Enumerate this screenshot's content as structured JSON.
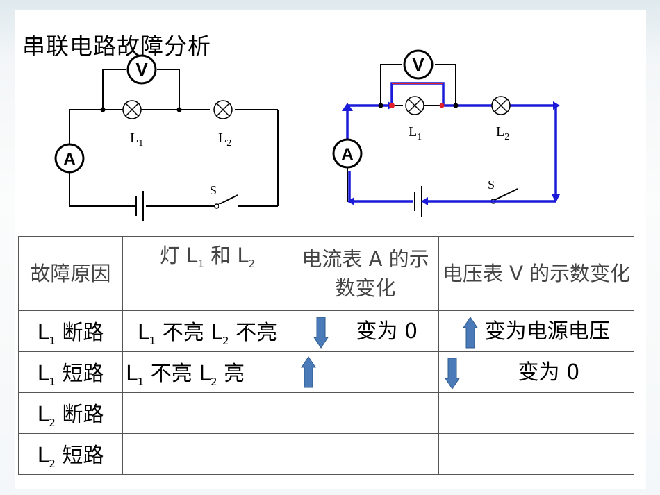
{
  "title": "串联电路故障分析",
  "circuit": {
    "voltmeter": "V",
    "ammeter": "A",
    "lamp1_letter": "L",
    "lamp1_sub": "1",
    "lamp2_letter": "L",
    "lamp2_sub": "2",
    "switch": "S"
  },
  "table": {
    "headers": {
      "cause": "故障原因",
      "lamps_pre": "灯 L",
      "lamps_sub1": "1",
      "lamps_mid": " 和 L",
      "lamps_sub2": "2",
      "ammeter": "电流表 A 的示数变化",
      "voltmeter": "电压表 V 的示数变化"
    },
    "rows": [
      {
        "cause_letter": "L",
        "cause_sub": "1",
        "cause_text": " 断路",
        "lamps": {
          "l1": "L",
          "s1": "1",
          "t1": " 不亮 L",
          "s2": "2",
          "t2": " 不亮"
        },
        "ammeter_arrow": "down",
        "ammeter_text": "变为 0",
        "voltmeter_arrow": "up",
        "voltmeter_text": "变为电源电压"
      },
      {
        "cause_letter": "L",
        "cause_sub": "1",
        "cause_text": " 短路",
        "lamps": {
          "l1": "L",
          "s1": "1",
          "t1": " 不亮 L",
          "s2": "2",
          "t2": " 亮"
        },
        "ammeter_arrow": "up",
        "ammeter_text": "",
        "voltmeter_arrow": "down",
        "voltmeter_text": "变为 0"
      },
      {
        "cause_letter": "L",
        "cause_sub": "2",
        "cause_text": " 断路"
      },
      {
        "cause_letter": "L",
        "cause_sub": "2",
        "cause_text": " 短路"
      }
    ]
  },
  "colors": {
    "arrow_fill": "#4a7ab8",
    "current_path": "#1a1ad8",
    "highlight": "#e0202a"
  }
}
